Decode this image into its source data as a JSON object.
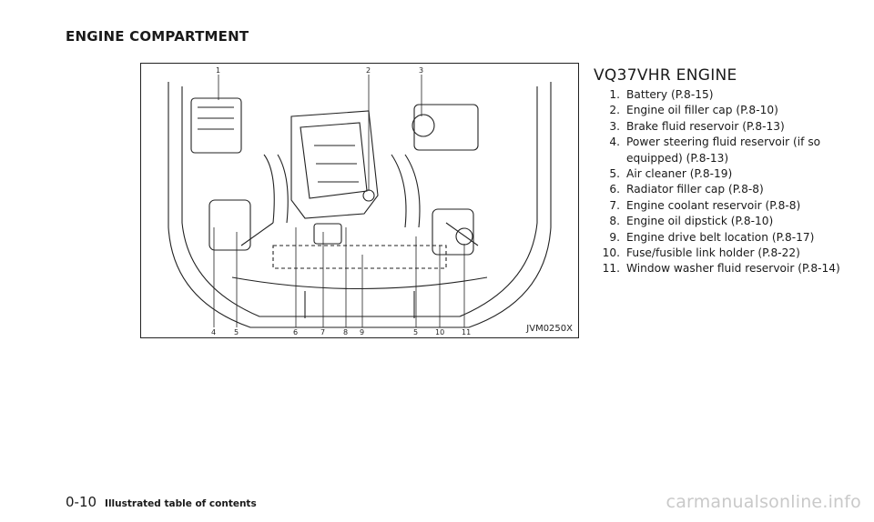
{
  "section_title": "ENGINE COMPARTMENT",
  "figure": {
    "code": "JVM0250X",
    "top_callouts": [
      "1",
      "2",
      "3"
    ],
    "bottom_callouts": [
      "4",
      "5",
      "6",
      "7",
      "8",
      "9",
      "5",
      "10",
      "11"
    ]
  },
  "engine": {
    "title": "VQ37VHR ENGINE",
    "parts": [
      {
        "num": "1.",
        "text": "Battery (P.8-15)"
      },
      {
        "num": "2.",
        "text": "Engine oil filler cap (P.8-10)"
      },
      {
        "num": "3.",
        "text": "Brake fluid reservoir (P.8-13)"
      },
      {
        "num": "4.",
        "text": "Power steering fluid reservoir (if so equipped) (P.8-13)"
      },
      {
        "num": "5.",
        "text": "Air cleaner (P.8-19)"
      },
      {
        "num": "6.",
        "text": "Radiator filler cap (P.8-8)"
      },
      {
        "num": "7.",
        "text": "Engine coolant reservoir (P.8-8)"
      },
      {
        "num": "8.",
        "text": "Engine oil dipstick (P.8-10)"
      },
      {
        "num": "9.",
        "text": "Engine drive belt location (P.8-17)"
      },
      {
        "num": "10.",
        "text": "Fuse/fusible link holder (P.8-22)"
      },
      {
        "num": "11.",
        "text": "Window washer fluid reservoir (P.8-14)"
      }
    ]
  },
  "footer": {
    "page_number": "0-10",
    "caption": "Illustrated table of contents"
  },
  "watermark": "carmanualsonline.info"
}
